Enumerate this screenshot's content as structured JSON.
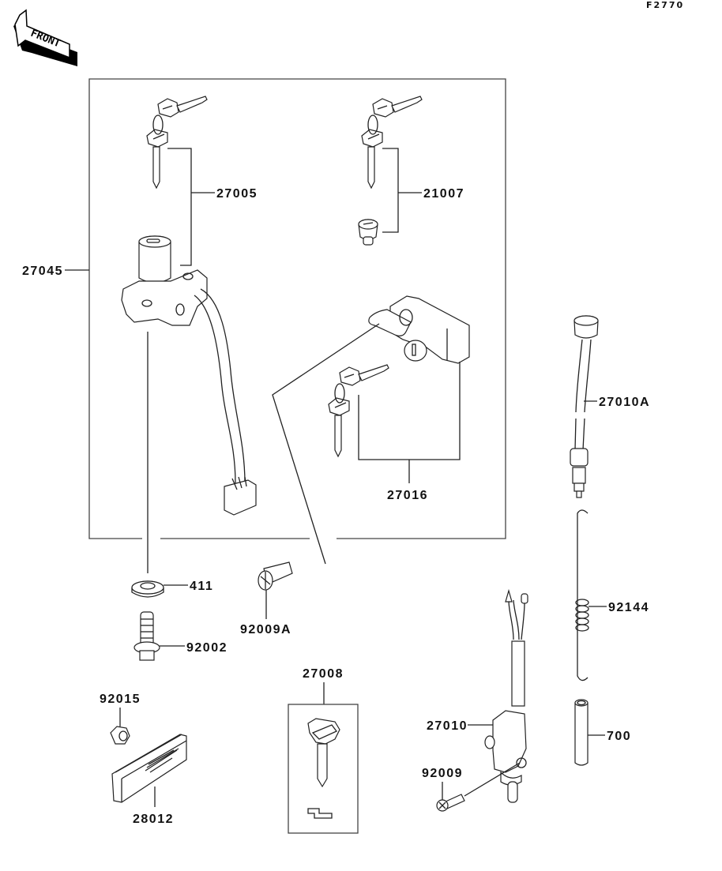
{
  "diagram": {
    "reference_code": "F2770",
    "front_indicator": "FRONT",
    "part_labels": {
      "p27005": "27005",
      "p21007": "21007",
      "p27045": "27045",
      "p27016": "27016",
      "p27010A": "27010A",
      "p411": "411",
      "p92009A": "92009A",
      "p92002": "92002",
      "p92144": "92144",
      "p27008": "27008",
      "p92015": "92015",
      "p27010": "27010",
      "p92009": "92009",
      "p700": "700",
      "p28012": "28012"
    },
    "parts": [
      {
        "number": "27045",
        "depicts": "ignition switch assembly (group frame)"
      },
      {
        "number": "27005",
        "depicts": "key set with ignition cylinder"
      },
      {
        "number": "21007",
        "depicts": "key set with lock cylinder"
      },
      {
        "number": "27016",
        "depicts": "helmet lock with keys"
      },
      {
        "number": "27010A",
        "depicts": "switch with lead"
      },
      {
        "number": "411",
        "depicts": "washer"
      },
      {
        "number": "92009A",
        "depicts": "countersunk screw"
      },
      {
        "number": "92002",
        "depicts": "flanged bolt"
      },
      {
        "number": "92144",
        "depicts": "spring"
      },
      {
        "number": "27008",
        "depicts": "blank key"
      },
      {
        "number": "92015",
        "depicts": "nut"
      },
      {
        "number": "27010",
        "depicts": "switch"
      },
      {
        "number": "92009",
        "depicts": "screw"
      },
      {
        "number": "700",
        "depicts": "tube"
      },
      {
        "number": "28012",
        "depicts": "key plate"
      }
    ]
  }
}
